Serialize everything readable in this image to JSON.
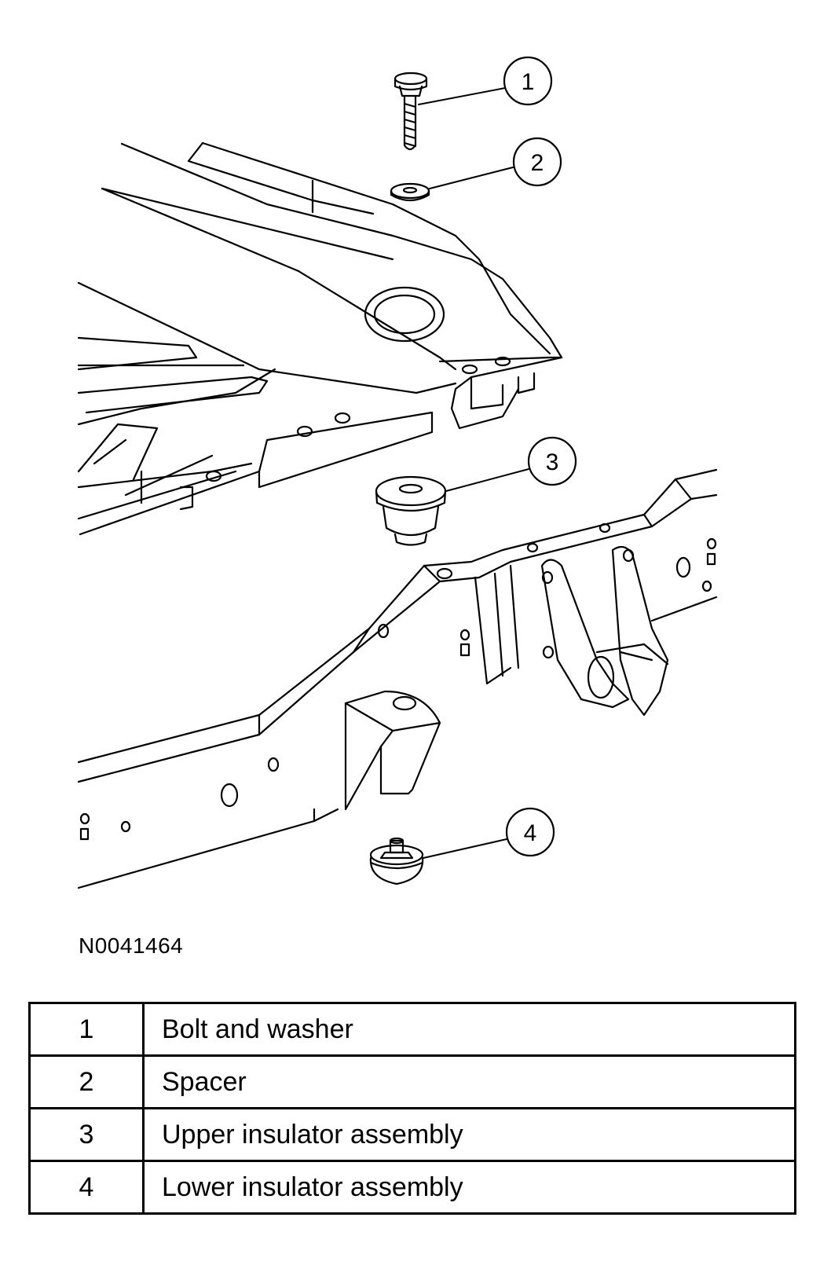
{
  "figure": {
    "reference_code": "N0041464",
    "callouts": [
      {
        "number": "1",
        "part": "bolt-and-washer"
      },
      {
        "number": "2",
        "part": "spacer"
      },
      {
        "number": "3",
        "part": "upper-insulator-assembly"
      },
      {
        "number": "4",
        "part": "lower-insulator-assembly"
      }
    ]
  },
  "legend": {
    "rows": [
      {
        "number": "1",
        "label": "Bolt and washer"
      },
      {
        "number": "2",
        "label": "Spacer"
      },
      {
        "number": "3",
        "label": "Upper insulator assembly"
      },
      {
        "number": "4",
        "label": "Lower insulator assembly"
      }
    ]
  }
}
